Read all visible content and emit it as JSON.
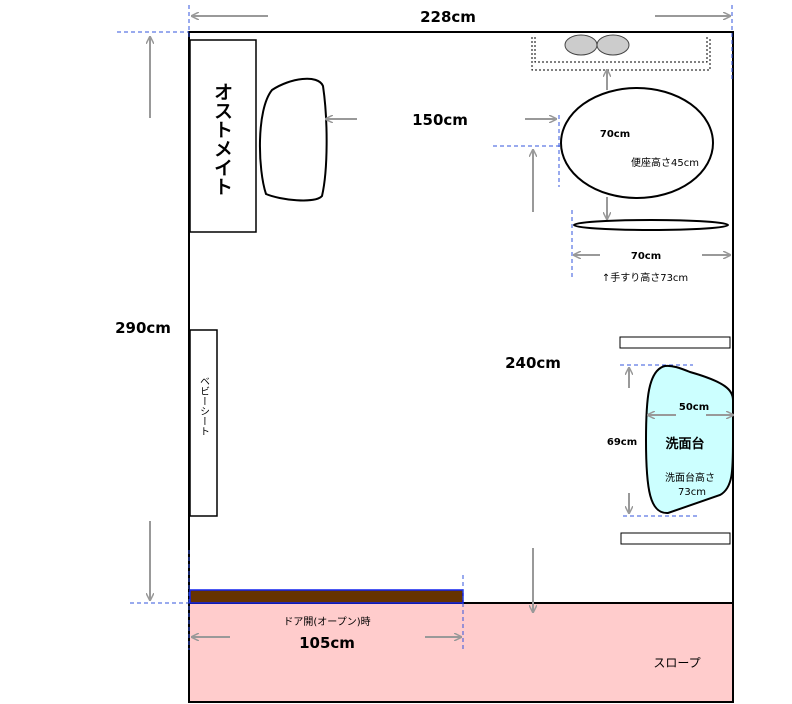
{
  "title": "トイレ平面図",
  "dimensions": {
    "width_total": "228cm",
    "height_total": "290cm",
    "ostomate_to_toilet": "150cm",
    "center_depth": "240cm",
    "toilet_width": "70cm",
    "toilet_seat_height": "便座高さ45cm",
    "handrail_width": "70cm",
    "handrail_height": "↑手すり高さ73cm",
    "sink_depth": "50cm",
    "sink_width": "69cm",
    "sink_height_label": "洗面台高さ",
    "sink_height_value": "73cm",
    "door_label": "ドア開(オープン)時",
    "door_width": "105cm"
  },
  "fixtures": {
    "ostomate": "オストメイト",
    "baby_seat": "ベビーシート",
    "sink": "洗面台",
    "slope": "スロープ"
  },
  "colors": {
    "slope": "#ffcccc",
    "sink": "#ccffff",
    "door": "#663300",
    "guide": "#3355dd",
    "arrow": "#999999"
  }
}
